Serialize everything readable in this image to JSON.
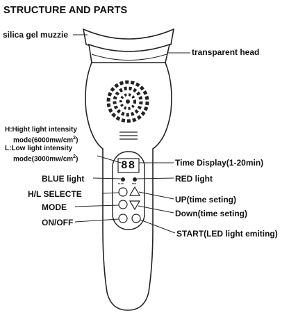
{
  "title": "STRUCTURE AND PARTS",
  "labels": {
    "silica": "silica gel muzzie",
    "transparent_head": "transparent head",
    "hl_line1": "H:Hight light intensity",
    "hl_line2_pre": "mode(6000mw/cm",
    "hl_line3": "L:Low light intensity",
    "hl_line4_pre": "mode(3000mw/cm",
    "sup": "2",
    "close_paren": ")",
    "time_display": "Time Display(1-20min)",
    "blue_light": "BLUE light",
    "red_light": "RED light",
    "hl_selecte": "H/L SELECTE",
    "up": "UP(time seting)",
    "mode": "MODE",
    "down": "Down(time seting)",
    "on_off": "ON/OFF",
    "start": "START(LED light emiting)"
  },
  "display": {
    "digits": "88",
    "small_left": "BLUE",
    "small_right": "RED"
  }
}
